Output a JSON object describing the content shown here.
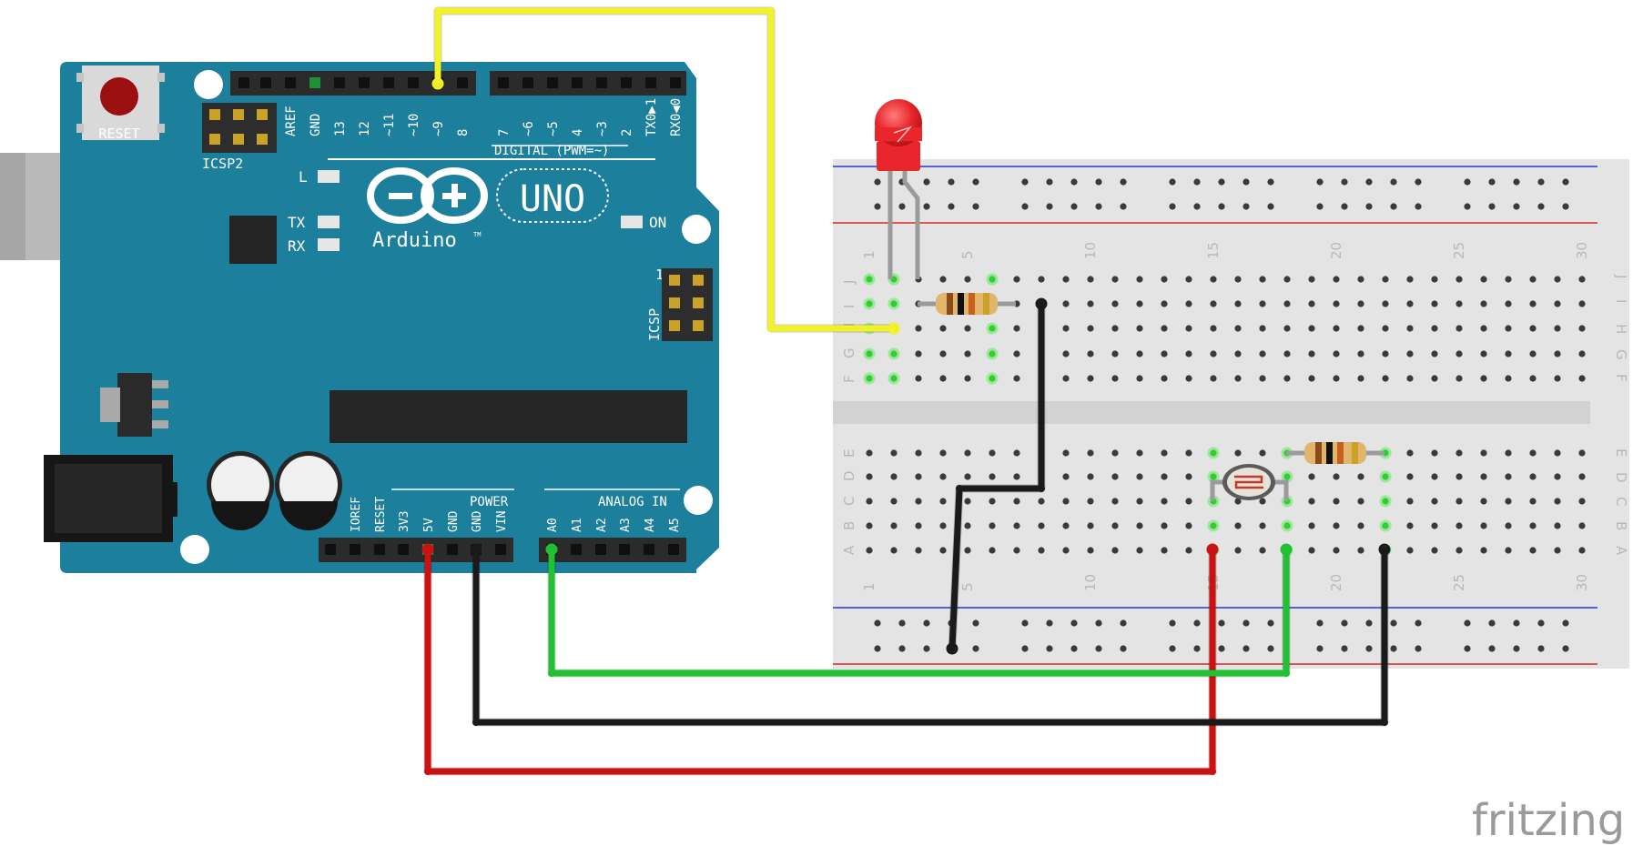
{
  "arduino": {
    "reset_label": "RESET",
    "icsp2_label": "ICSP2",
    "icsp_label": "ICSP",
    "icsp_pin1": "1",
    "brand": "Arduino",
    "tm": "TM",
    "model": "UNO",
    "digital_header": "DIGITAL (PWM=~)",
    "digital_pins": [
      "AREF",
      "GND",
      "13",
      "12",
      "~11",
      "~10",
      "~9",
      "8",
      "7",
      "~6",
      "~5",
      "4",
      "~3",
      "2",
      "TX0▶1",
      "RX0◀0"
    ],
    "power_header": "POWER",
    "analog_header": "ANALOG IN",
    "power_pins": [
      "IOREF",
      "RESET",
      "3V3",
      "5V",
      "GND",
      "GND",
      "VIN"
    ],
    "analog_pins": [
      "A0",
      "A1",
      "A2",
      "A3",
      "A4",
      "A5"
    ],
    "led_l": "L",
    "led_tx": "TX",
    "led_rx": "RX",
    "led_on": "ON"
  },
  "breadboard": {
    "column_numbers": [
      "1",
      "5",
      "10",
      "15",
      "20",
      "25",
      "30"
    ],
    "top_rows": [
      "J",
      "I",
      "H",
      "G",
      "F"
    ],
    "bottom_rows": [
      "E",
      "D",
      "C",
      "B",
      "A"
    ]
  },
  "components": {
    "led_color": "#e8262b",
    "resistor_bands_1": [
      "#8a4a1a",
      "#111111",
      "#c8611b",
      "#c9a227"
    ],
    "resistor_bands_2": [
      "#8a4a1a",
      "#111111",
      "#c8611b",
      "#c9a227"
    ]
  },
  "wires": {
    "pin9_to_led": "#f2f22a",
    "five_volt": "#cc1111",
    "ground": "#1a1a1a",
    "a0_signal": "#22c033"
  },
  "colors": {
    "board": "#1c7f9b",
    "breadboard": "#e4e4e4",
    "rail_blue": "#2a35d4",
    "rail_red": "#d42a2a"
  },
  "watermark": "fritzing"
}
